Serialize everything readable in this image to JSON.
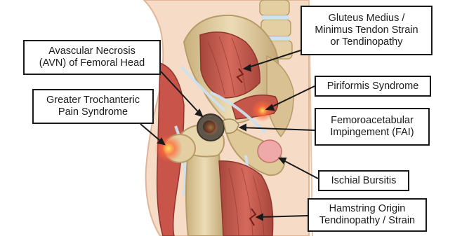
{
  "labels": {
    "avn": "Avascular Necrosis\n(AVN) of Femoral Head",
    "gtps": "Greater Trochanteric\nPain Syndrome",
    "gluteus": "Gluteus Medius /\nMinimus Tendon Strain\nor Tendinopathy",
    "piriformis": "Piriformis Syndrome",
    "fai": "Femoroacetabular\nImpingement (FAI)",
    "ischial": "Ischial Bursitis",
    "hamstring": "Hamstring Origin\nTendinopathy / Strain"
  },
  "colors": {
    "skin": "#f6dcc6",
    "bone": "#e6d2a8",
    "bone_shadow": "#b99a66",
    "muscle": "#c9544a",
    "muscle_dark": "#a33c33",
    "tendon": "#d7e7f2",
    "inflammation": "#ff6a3a",
    "line": "#1a1a1a"
  }
}
